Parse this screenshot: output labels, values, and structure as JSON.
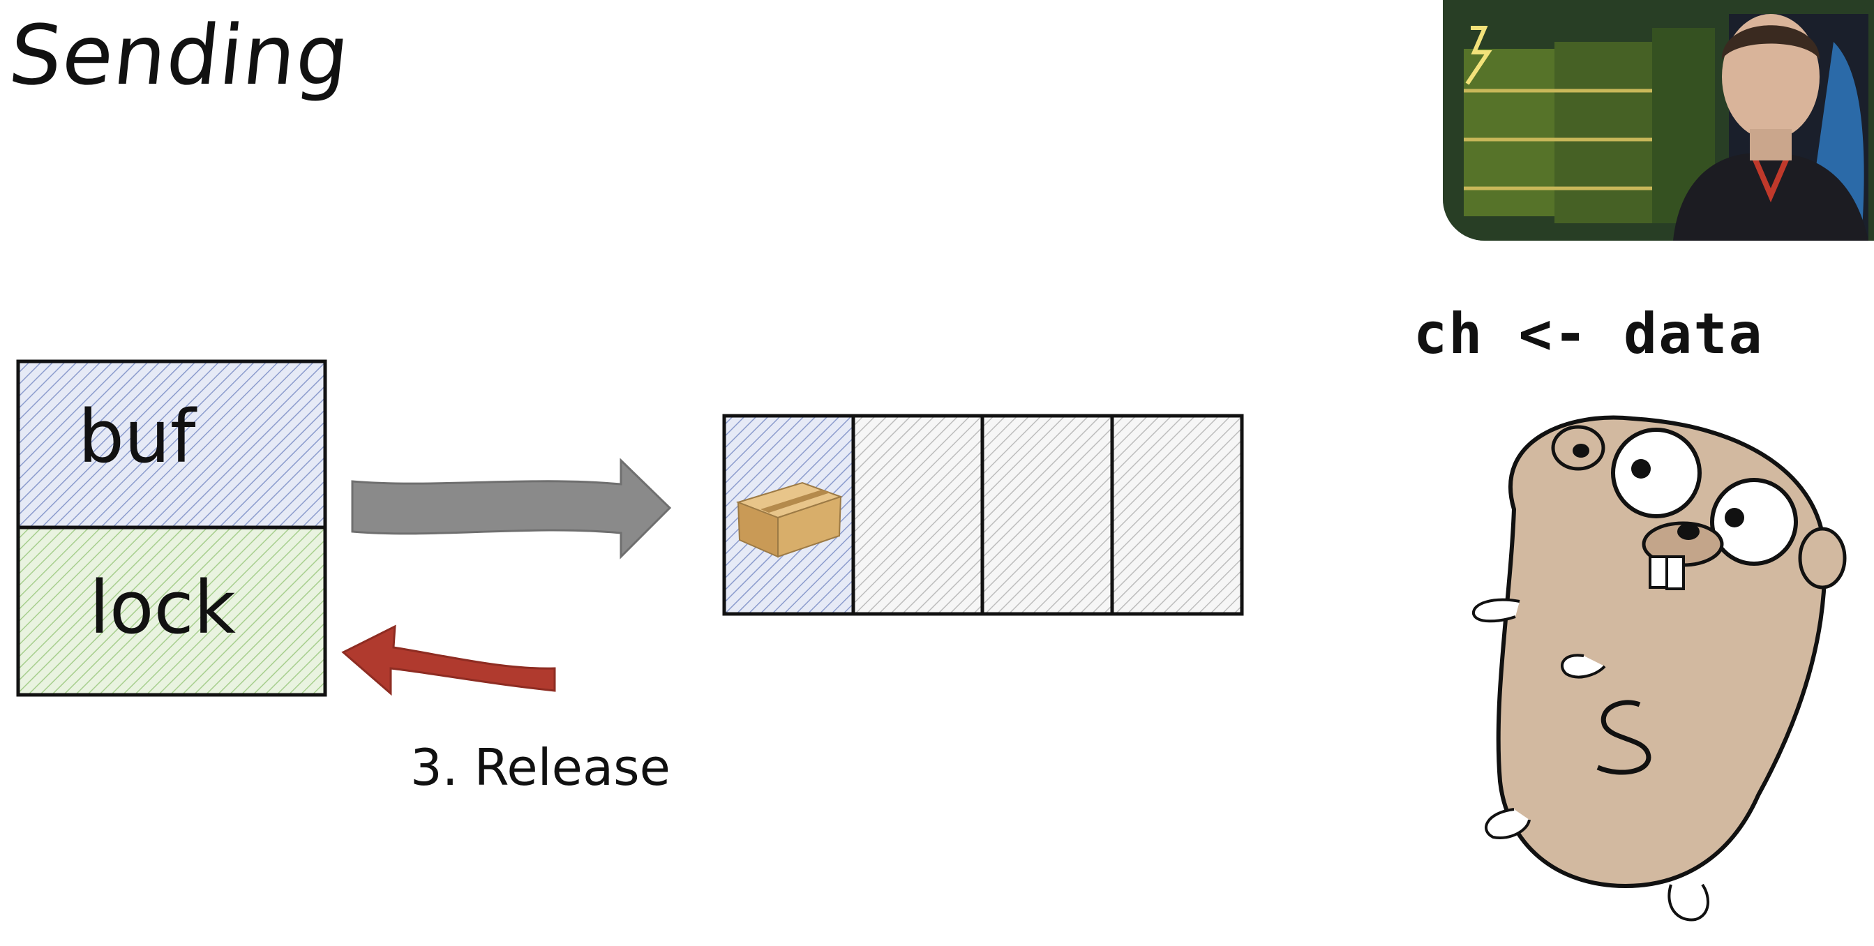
{
  "slide": {
    "title": "Sending",
    "code": "ch <- data"
  },
  "struct": {
    "fields": [
      {
        "label": "buf",
        "color": "#9aa9d4"
      },
      {
        "label": "lock",
        "color": "#a9cf92"
      }
    ]
  },
  "buffer": {
    "cells": 4,
    "filled_cells": 1
  },
  "annotation": {
    "release_label": "3. Release"
  },
  "colors": {
    "accent_blue": "#9aa9d4",
    "accent_green": "#a9cf92",
    "arrow_gray": "#8a8a8a",
    "arrow_red": "#b03a2e",
    "gopher_body": "#d2b9a0"
  },
  "icons": [
    "package-icon",
    "gopher-mascot",
    "presenter-webcam"
  ]
}
